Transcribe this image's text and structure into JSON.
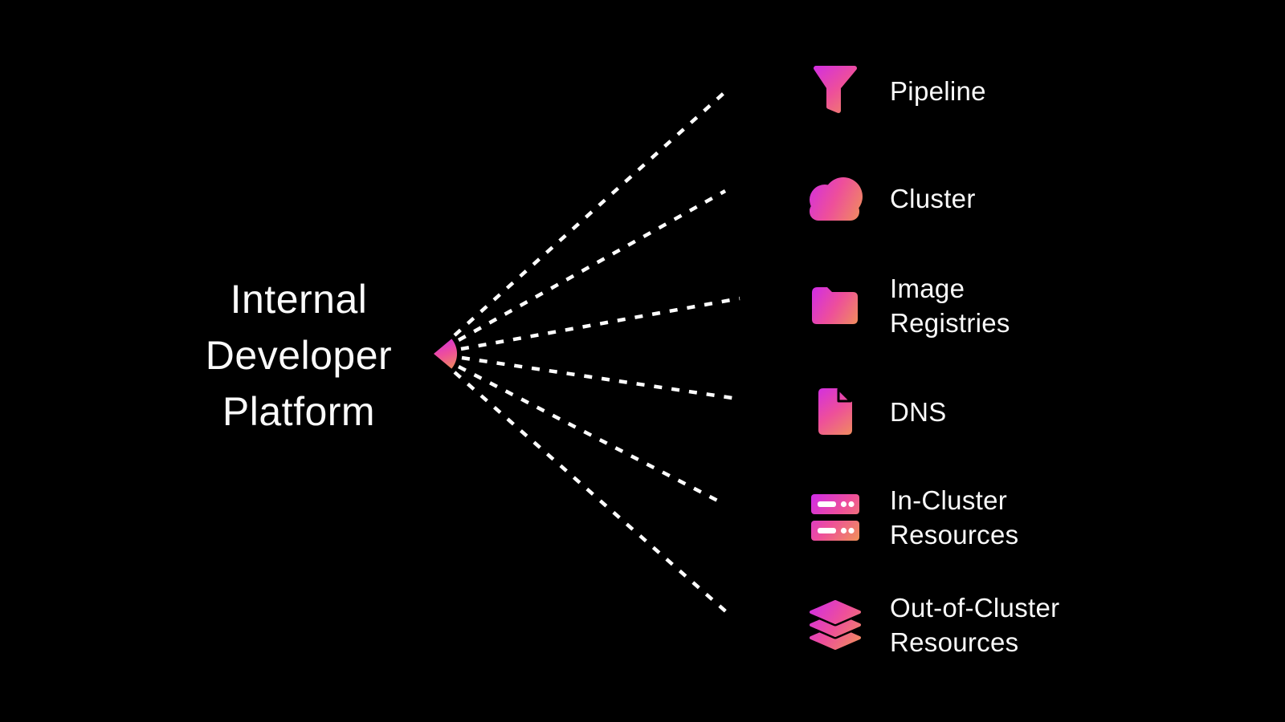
{
  "diagram": {
    "hub": {
      "title_lines": [
        "Internal",
        "Developer",
        "Platform"
      ],
      "icon": "wedge-icon"
    },
    "items": [
      {
        "id": "pipeline",
        "icon": "funnel-icon",
        "line1": "Pipeline"
      },
      {
        "id": "cluster",
        "icon": "cloud-icon",
        "line1": "Cluster"
      },
      {
        "id": "image-registries",
        "icon": "folder-icon",
        "line1": "Image",
        "line2": "Registries"
      },
      {
        "id": "dns",
        "icon": "file-icon",
        "line1": "DNS"
      },
      {
        "id": "in-cluster-resources",
        "icon": "server-icon",
        "line1": "In-Cluster",
        "line2": "Resources"
      },
      {
        "id": "out-of-cluster-resources",
        "icon": "layers-icon",
        "line1": "Out-of-Cluster",
        "line2": "Resources"
      }
    ],
    "colors": {
      "background": "#000000",
      "text": "#fafafa",
      "connector": "#ffffff",
      "icon_detail": "#ffffff",
      "gradient_from": "#d12de4",
      "gradient_mid": "#ee4f9a",
      "gradient_to": "#f0905a"
    }
  }
}
